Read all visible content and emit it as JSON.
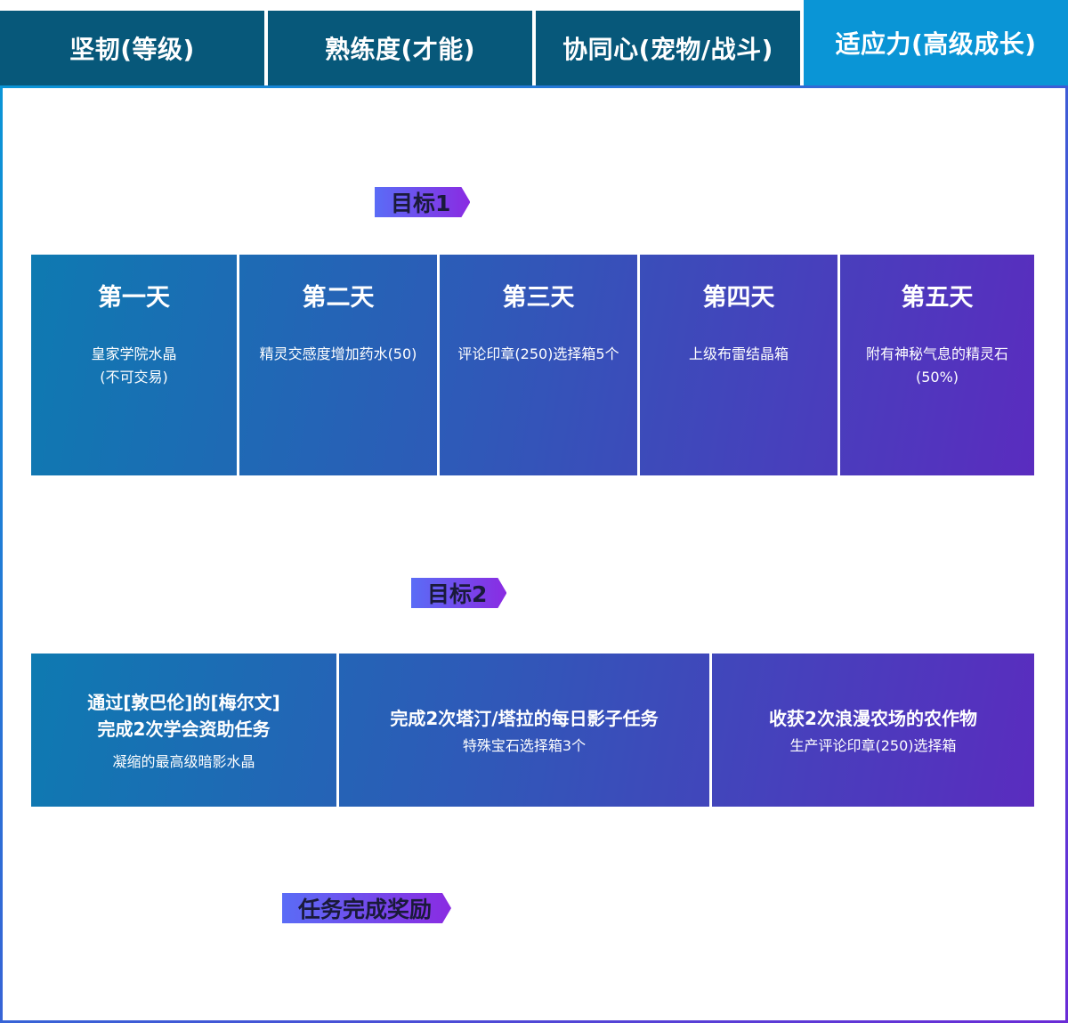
{
  "tabs": [
    {
      "label": "坚韧(等级)",
      "active": false
    },
    {
      "label": "熟练度(才能)",
      "active": false
    },
    {
      "label": "协同心(宠物/战斗)",
      "active": false
    },
    {
      "label": "适应力(高级成长)",
      "active": true
    }
  ],
  "goal1": {
    "badge": "目标1",
    "days": [
      {
        "title": "第一天",
        "line1": "皇家学院水晶",
        "line2": "(不可交易)"
      },
      {
        "title": "第二天",
        "line1": "精灵交感度增加药水(50)",
        "line2": ""
      },
      {
        "title": "第三天",
        "line1": "评论印章(250)选择箱5个",
        "line2": ""
      },
      {
        "title": "第四天",
        "line1": "上级布雷结晶箱",
        "line2": ""
      },
      {
        "title": "第五天",
        "line1": "附有神秘气息的精灵石",
        "line2": "(50%)"
      }
    ]
  },
  "goal2": {
    "badge": "目标2",
    "tasks": [
      {
        "title1": "通过[敦巴伦]的[梅尔文]",
        "title2": "完成2次学会资助任务",
        "reward": "凝缩的最高级暗影水晶"
      },
      {
        "title1": "完成2次塔汀/塔拉的每日影子任务",
        "title2": "",
        "reward": "特殊宝石选择箱3个"
      },
      {
        "title1": "收获2次浪漫农场的农作物",
        "title2": "",
        "reward": "生产评论印章(250)选择箱"
      }
    ]
  },
  "reward_section": {
    "badge": "任务完成奖励"
  },
  "colors": {
    "tab_inactive": "#07587a",
    "tab_active": "#0a95d6",
    "gradient_start": "#0e7ab1",
    "gradient_end": "#5a2cbf",
    "badge_start": "#5a6cf6",
    "badge_end": "#8a2be2"
  }
}
